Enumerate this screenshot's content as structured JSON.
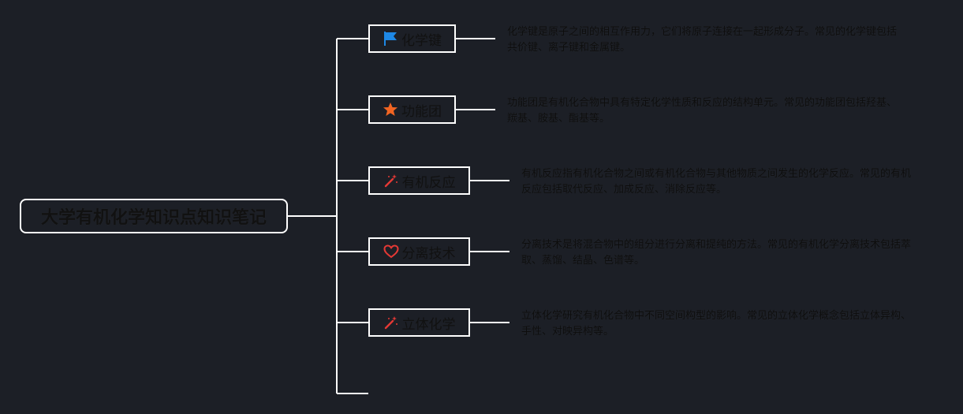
{
  "root": {
    "title": "大学有机化学知识点知识笔记"
  },
  "branches": [
    {
      "label": "化学键",
      "icon": "flag-icon",
      "icon_color": "#1e88e5",
      "description": "化学键是原子之间的相互作用力，它们将原子连接在一起形成分子。常见的化学键包括共价键、离子键和金属键。"
    },
    {
      "label": "功能团",
      "icon": "star-icon",
      "icon_color": "#f26522",
      "description": "功能团是有机化合物中具有特定化学性质和反应的结构单元。常见的功能团包括羟基、羰基、胺基、酯基等。"
    },
    {
      "label": "有机反应",
      "icon": "magic-wand-icon",
      "icon_color": "#e53935",
      "description": "有机反应指有机化合物之间或有机化合物与其他物质之间发生的化学反应。常见的有机反应包括取代反应、加成反应、消除反应等。"
    },
    {
      "label": "分离技术",
      "icon": "heart-icon",
      "icon_color": "#e53935",
      "description": "分离技术是将混合物中的组分进行分离和提纯的方法。常见的有机化学分离技术包括萃取、蒸馏、结晶、色谱等。"
    },
    {
      "label": "立体化学",
      "icon": "magic-wand-icon",
      "icon_color": "#e53935",
      "description": "立体化学研究有机化合物中不同空间构型的影响。常见的立体化学概念包括立体异构、手性、对映异构等。"
    }
  ]
}
